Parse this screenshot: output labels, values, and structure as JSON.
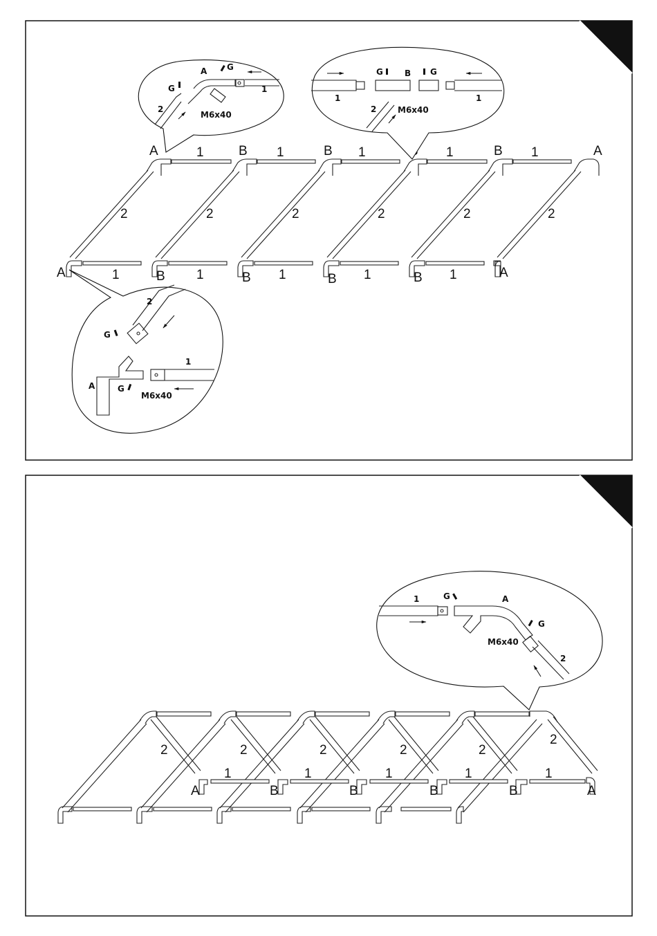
{
  "labels": {
    "part_A": "A",
    "part_B": "B",
    "part_1": "1",
    "part_2": "2",
    "part_G": "G",
    "bolt": "M6x40"
  },
  "colors": {
    "ink": "#111111",
    "corner_tab": "#111111",
    "background": "#ffffff"
  }
}
